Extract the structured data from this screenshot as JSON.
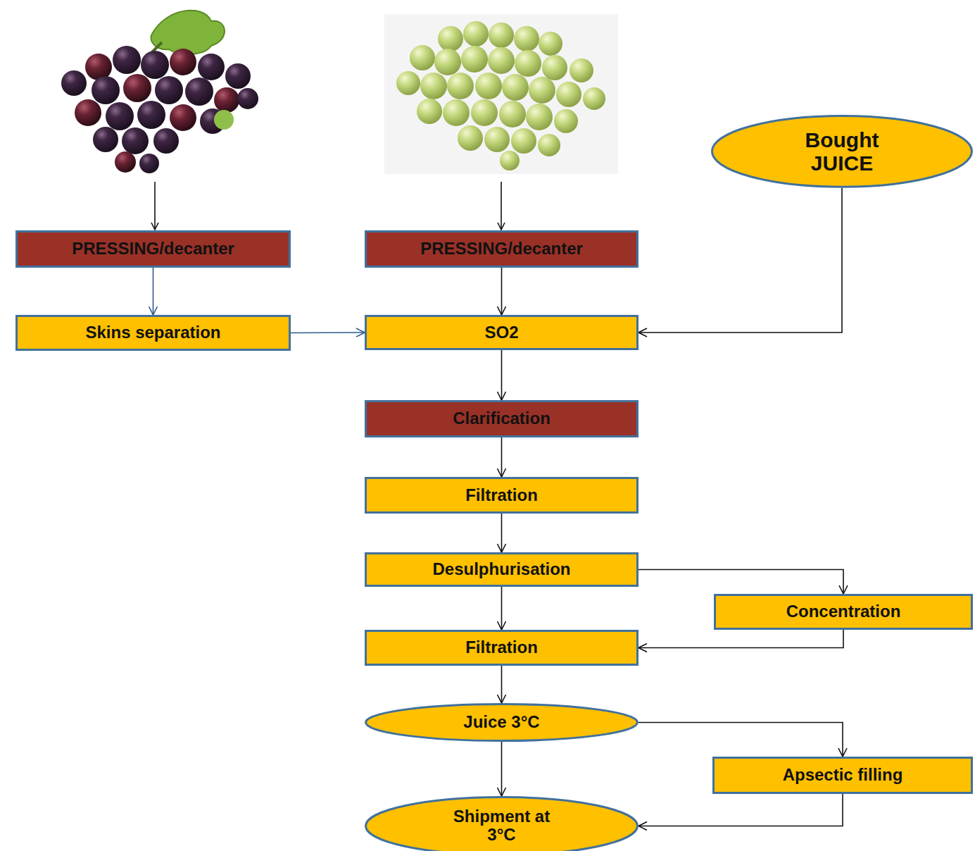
{
  "diagram": {
    "nodes": [
      {
        "text": [
          "PRESSING/decanter"
        ]
      },
      {
        "text": [
          "PRESSING/decanter"
        ]
      },
      {
        "text": [
          "Bought JUICE"
        ]
      },
      {
        "text": [
          "Skins separation"
        ]
      },
      {
        "text": [
          "SO2"
        ]
      },
      {
        "text": [
          "Clarification"
        ]
      },
      {
        "text": [
          "Filtration"
        ]
      },
      {
        "text": [
          "Desulphurisation"
        ]
      },
      {
        "text": [
          "Concentration"
        ]
      },
      {
        "text": [
          "Filtration"
        ]
      },
      {
        "text": [
          "Juice 3°C"
        ]
      },
      {
        "text": [
          "Apsectic filling"
        ]
      },
      {
        "text": [
          "Shipment at 3°C"
        ]
      }
    ],
    "edges": [
      {
        "from": 0,
        "to": 3,
        "arrow": "to"
      },
      {
        "from": 3,
        "to": 4,
        "arrow": "to"
      },
      {
        "from": 1,
        "to": 4,
        "arrow": "to"
      },
      {
        "from": 2,
        "to": 4,
        "arrow": "to"
      },
      {
        "from": 4,
        "to": 5,
        "arrow": "to"
      },
      {
        "from": 5,
        "to": 6,
        "arrow": "to"
      },
      {
        "from": 6,
        "to": 7,
        "arrow": "to"
      },
      {
        "from": 7,
        "to": 9,
        "arrow": "to"
      },
      {
        "from": 7,
        "to": 8,
        "arrow": "to"
      },
      {
        "from": 8,
        "to": 9,
        "arrow": "to"
      },
      {
        "from": 9,
        "to": 10,
        "arrow": "to"
      },
      {
        "from": 10,
        "to": 12,
        "arrow": "to"
      },
      {
        "from": 10,
        "to": 11,
        "arrow": "to"
      },
      {
        "from": 11,
        "to": 12,
        "arrow": "to"
      }
    ]
  }
}
